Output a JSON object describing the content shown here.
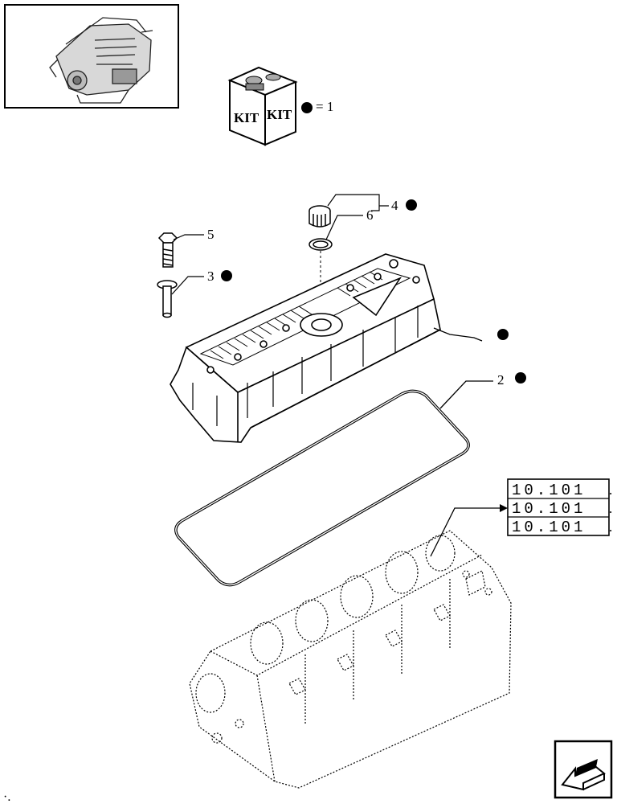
{
  "kit_legend": {
    "kit_label_left": "KIT",
    "kit_label_right": "KIT",
    "equals_text": "= 1"
  },
  "callouts": [
    {
      "number": "5",
      "has_dot": false
    },
    {
      "number": "3",
      "has_dot": true
    },
    {
      "number": "4",
      "has_dot": true
    },
    {
      "number": "6",
      "has_dot": false
    },
    {
      "number": "",
      "has_dot": true
    },
    {
      "number": "2",
      "has_dot": true
    }
  ],
  "references": [
    {
      "code": "10.101",
      "suffix": "."
    },
    {
      "code": "10.101",
      "suffix": "."
    },
    {
      "code": "10.101",
      "suffix": "."
    }
  ],
  "footer_mark": "·."
}
